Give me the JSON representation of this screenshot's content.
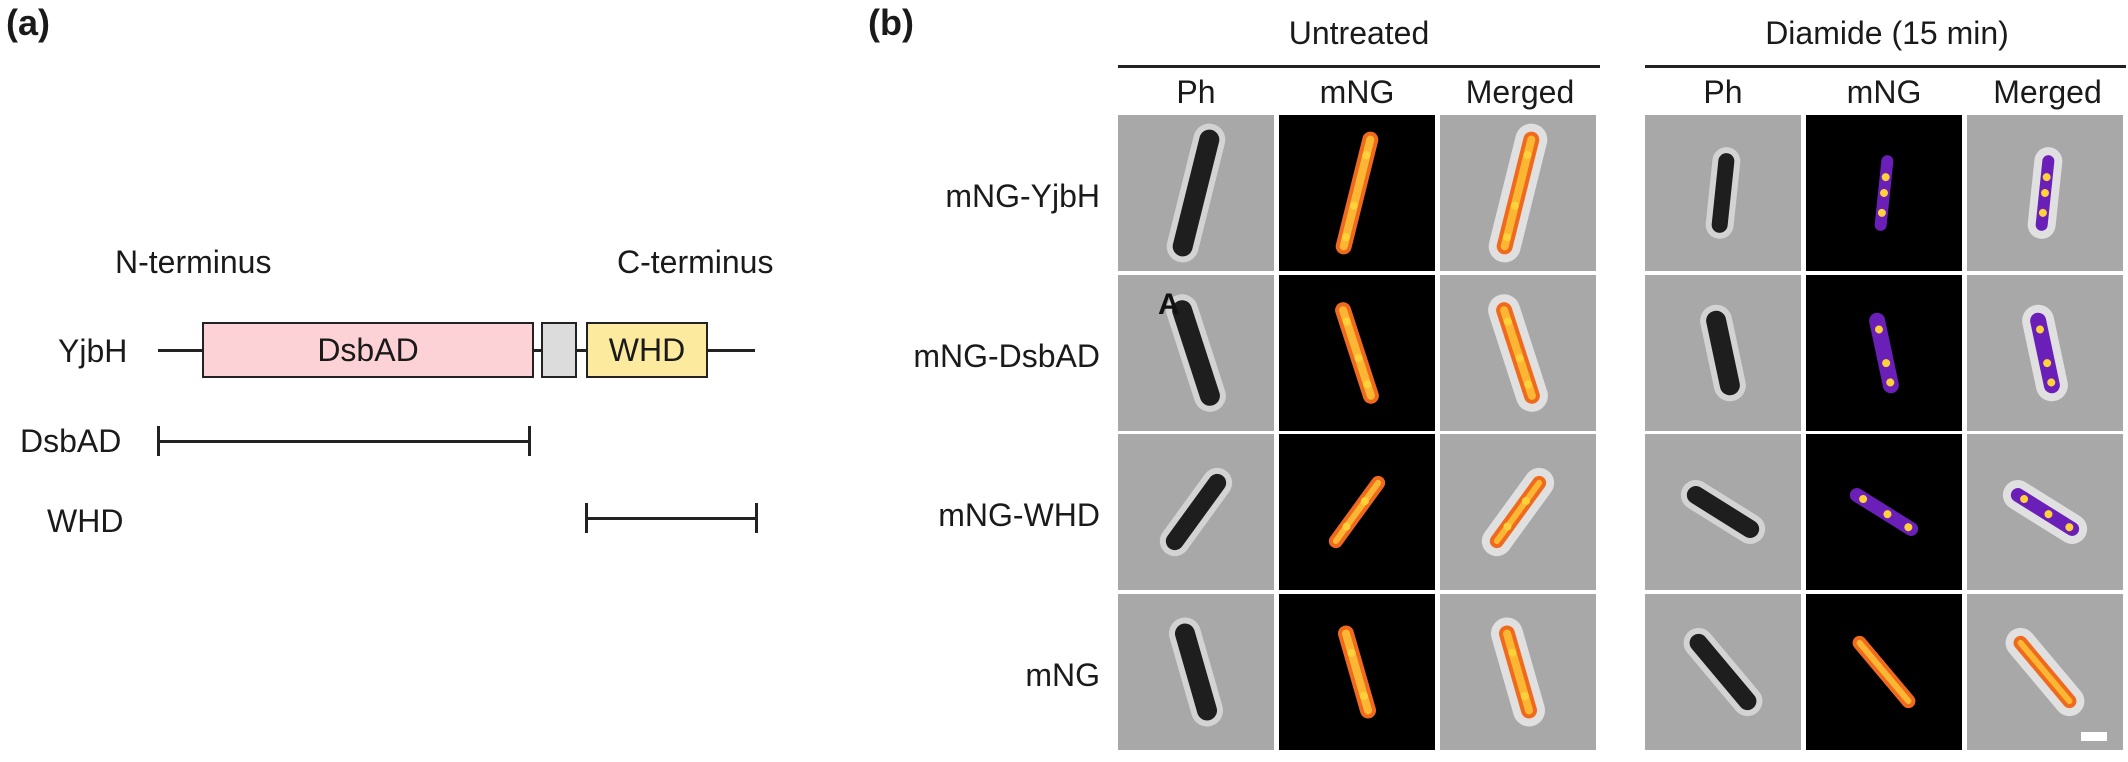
{
  "panel_a": {
    "label": "(a)",
    "n_terminus": "N-terminus",
    "c_terminus": "C-terminus",
    "protein_name": "YjbH",
    "domain_dsbad": "DsbAD",
    "domain_whd": "WHD",
    "construct_dsbad": "DsbAD",
    "construct_whd": "WHD",
    "colors": {
      "dsbad_fill": "#fcd2d6",
      "linker_fill": "#dcdcdc",
      "whd_fill": "#fcea9f"
    }
  },
  "panel_b": {
    "label": "(b)",
    "groups": [
      {
        "title": "Untreated",
        "columns": [
          "Ph",
          "mNG",
          "Merged"
        ]
      },
      {
        "title": "Diamide (15 min)",
        "columns": [
          "Ph",
          "mNG",
          "Merged"
        ]
      }
    ],
    "rows": [
      "mNG-YjbH",
      "mNG-DsbAD",
      "mNG-WHD",
      "mNG"
    ],
    "annotation": "A",
    "colors": {
      "phase_bg": "#a8a8a8",
      "cell_dark": "#1e1e1e",
      "fluor_bg": "#000000",
      "fluor_hot": "#ffd23c",
      "fluor_mid": "#f06a1e",
      "fluor_dim": "#6a1fb8"
    }
  }
}
